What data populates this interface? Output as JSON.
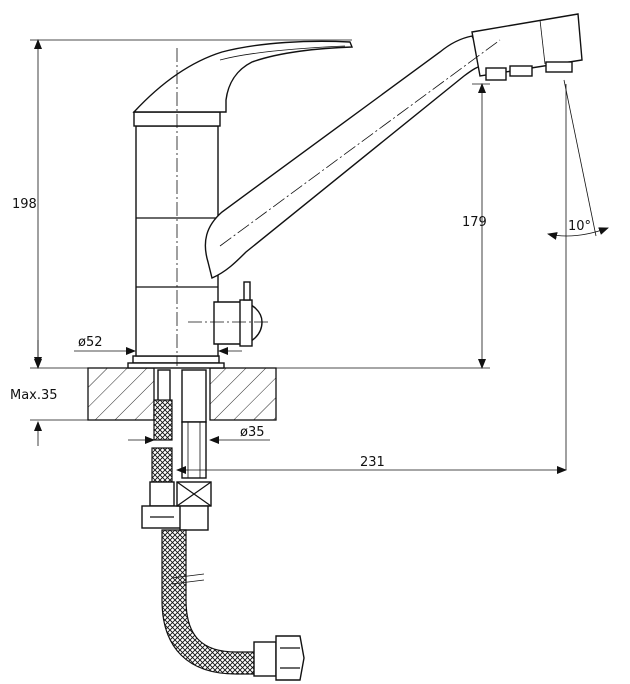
{
  "dimensions": {
    "total_height": "198",
    "spout_height": "179",
    "spout_angle": "10°",
    "base_diameter": "ø52",
    "mount_hole_diameter": "ø35",
    "max_counter_thickness": "Max.35",
    "spout_reach": "231"
  }
}
